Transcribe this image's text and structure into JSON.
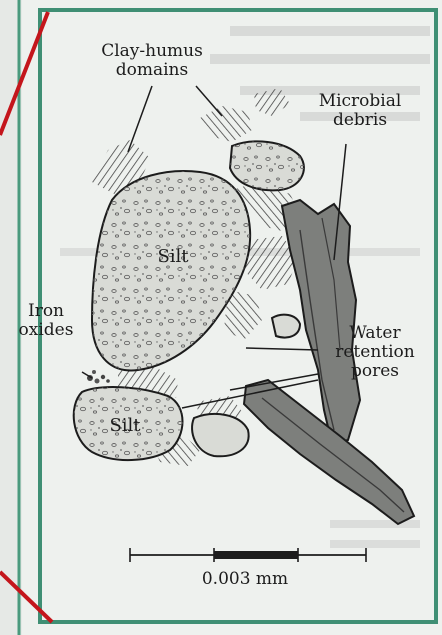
{
  "labels": {
    "clay_humus": "Clay-humus\ndomains",
    "microbial_debris": "Microbial\ndebris",
    "silt_main": "Silt",
    "iron_oxides": "Iron\noxides",
    "water_retention": "Water\nretention\npores",
    "silt_small": "Silt"
  },
  "scale_bar": {
    "label": "0.003 mm"
  },
  "colors": {
    "frame": "#3f8f74",
    "pointer_line": "#c4161c",
    "particle_fill": "#d9dbd6",
    "debris_fill": "#7d7f7c",
    "ink": "#1c1c1c"
  }
}
